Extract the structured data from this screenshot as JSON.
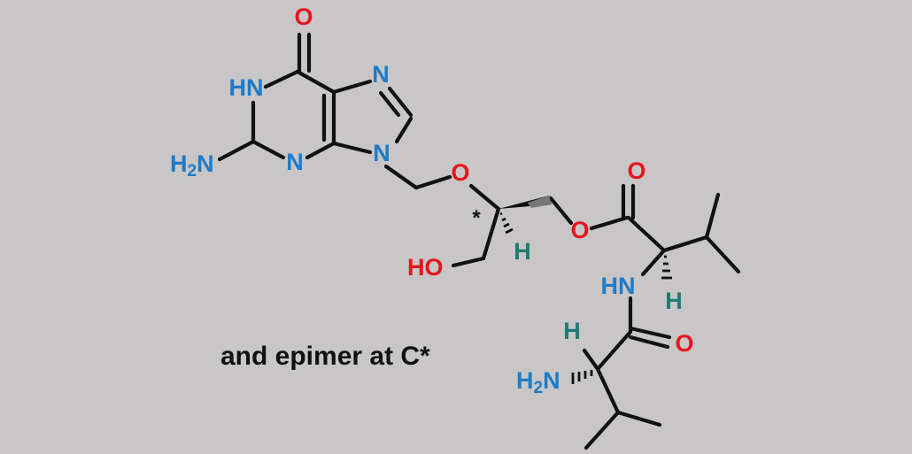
{
  "colors": {
    "background": "#c8c6c7",
    "bond": "#111111",
    "oxygen": "#e8141c",
    "nitrogen": "#1e7bc8",
    "hydrogen": "#1f7a74",
    "text": "#111111"
  },
  "atoms": {
    "o_carbonyl_top": "O",
    "hn_ring": "HN",
    "n_ring_lower": "N",
    "n_imid_upper": "N",
    "n_imid_lower": "N",
    "h2n_left_h": "H",
    "h2n_left_sub": "2",
    "h2n_left_n": "N",
    "o_ether": "O",
    "o_ester": "O",
    "o_ester_carbonyl": "O",
    "ho_h": "H",
    "ho_o": "O",
    "h_stereo_mid": "H",
    "hn_amide": "HN",
    "h_stereo_right": "H",
    "h_stereo_bottom": "H",
    "o_amide": "O",
    "h2n_bottom_h": "H",
    "h2n_bottom_sub": "2",
    "h2n_bottom_n": "N",
    "stereocenter_mark": "*"
  },
  "caption": "and epimer at C*"
}
